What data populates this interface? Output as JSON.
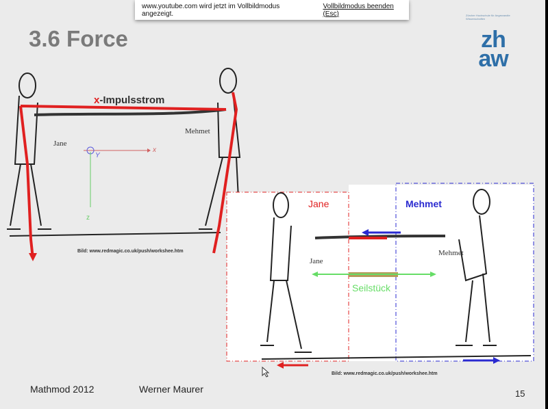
{
  "fullscreen_banner": {
    "message": "www.youtube.com wird jetzt im Vollbildmodus angezeigt.",
    "exit_label": "Vollbildmodus beenden (Esc)"
  },
  "slide": {
    "title": "3.6 Force",
    "logo": {
      "subtitle": "Zürcher Hochschule für Angewandte Wissenschaften",
      "text_top": "zh",
      "text_bottom": "aw",
      "color": "#2e6fa8"
    },
    "top_figure": {
      "heading_x": "x",
      "heading_rest": "-Impulsstrom",
      "name_left": "Jane",
      "name_right": "Mehmet",
      "axis_x": "x",
      "axis_y": "Y",
      "axis_z": "z",
      "credit": "Bild: www.redmagic.co.uk/push/workshee.htm"
    },
    "bottom_figure": {
      "box_left_label": "Jane",
      "box_right_label": "Mehmet",
      "name_left": "Jane",
      "name_right": "Mehmet",
      "segment_label": "Seilstück",
      "credit": "Bild: www.redmagic.co.uk/push/workshee.htm"
    },
    "footer": {
      "conference": "Mathmod  2012",
      "author": "Werner Maurer",
      "page": "15"
    }
  },
  "colors": {
    "red": "#e02020",
    "blue": "#2a2ad0",
    "green": "#66dd66",
    "rope_segment": "#b59a5a"
  }
}
